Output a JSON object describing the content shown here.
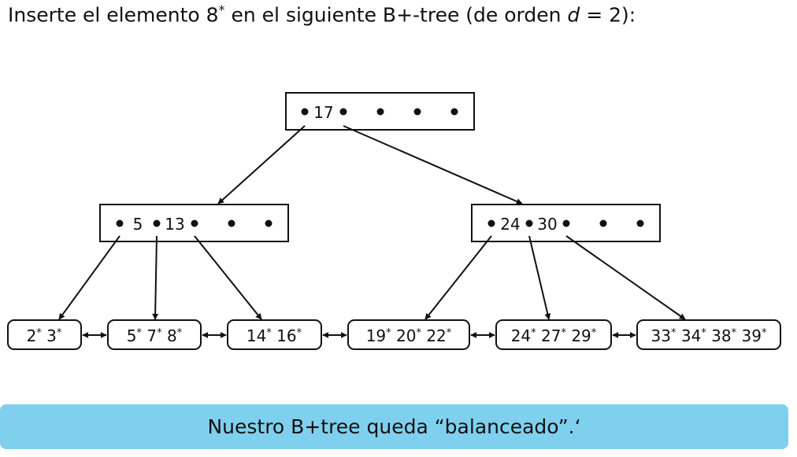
{
  "title": {
    "prefix": "Inserte el elemento 8",
    "sup": "*",
    "middle": " en el siguiente B+-tree (de orden ",
    "var": "d",
    "suffix": " = 2):"
  },
  "tree": {
    "root": {
      "keys": [
        "17"
      ]
    },
    "internal": [
      {
        "keys": [
          "5",
          "13"
        ]
      },
      {
        "keys": [
          "24",
          "30"
        ]
      }
    ],
    "leaves": [
      {
        "keys": [
          "2*",
          "3*"
        ]
      },
      {
        "keys": [
          "5*",
          "7*",
          "8*"
        ]
      },
      {
        "keys": [
          "14*",
          "16*"
        ]
      },
      {
        "keys": [
          "19*",
          "20*",
          "22*"
        ]
      },
      {
        "keys": [
          "24*",
          "27*",
          "29*"
        ]
      },
      {
        "keys": [
          "33*",
          "34*",
          "38*",
          "39*"
        ]
      }
    ]
  },
  "banner": {
    "text": "Nuestro B+tree queda “balanceado”.‘"
  }
}
